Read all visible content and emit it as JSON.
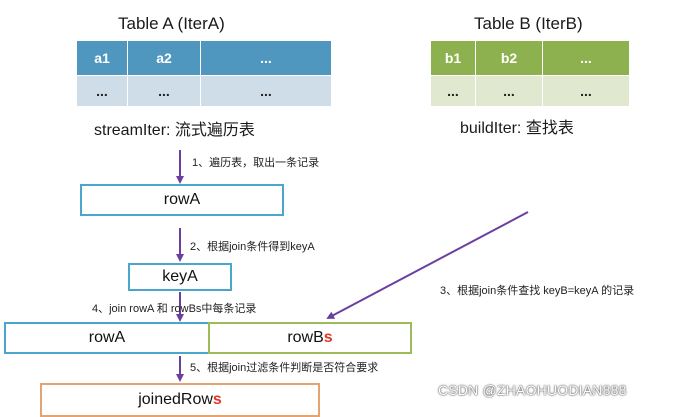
{
  "tableA": {
    "title": "Table A (IterA)",
    "header": [
      "a1",
      "a2",
      "..."
    ],
    "row": [
      "...",
      "...",
      "..."
    ],
    "caption": "streamIter: 流式遍历表"
  },
  "tableB": {
    "title": "Table B (IterB)",
    "header": [
      "b1",
      "b2",
      "..."
    ],
    "row": [
      "...",
      "...",
      "..."
    ],
    "caption": "buildIter: 查找表"
  },
  "steps": {
    "s1": "1、遍历表，取出一条记录",
    "s2": "2、根据join条件得到keyA",
    "s3": "3、根据join条件查找 keyB=keyA 的记录",
    "s4": "4、join rowA 和 rowBs中每条记录",
    "s5": "5、根据join过滤条件判断是否符合要求"
  },
  "boxes": {
    "rowA": "rowA",
    "keyA": "keyA",
    "rowA2": "rowA",
    "rowBs_base": "rowB",
    "rowBs_suffix": "s",
    "joined_base": "joinedRow",
    "joined_suffix": "s"
  },
  "colors": {
    "arrow": "#6b3fa0",
    "suffix": "#e2362a",
    "blue": "#4f97bf",
    "green": "#8db14e",
    "orange": "#e7a36e"
  },
  "watermark": "CSDN @ZHAOHUODIAN888"
}
